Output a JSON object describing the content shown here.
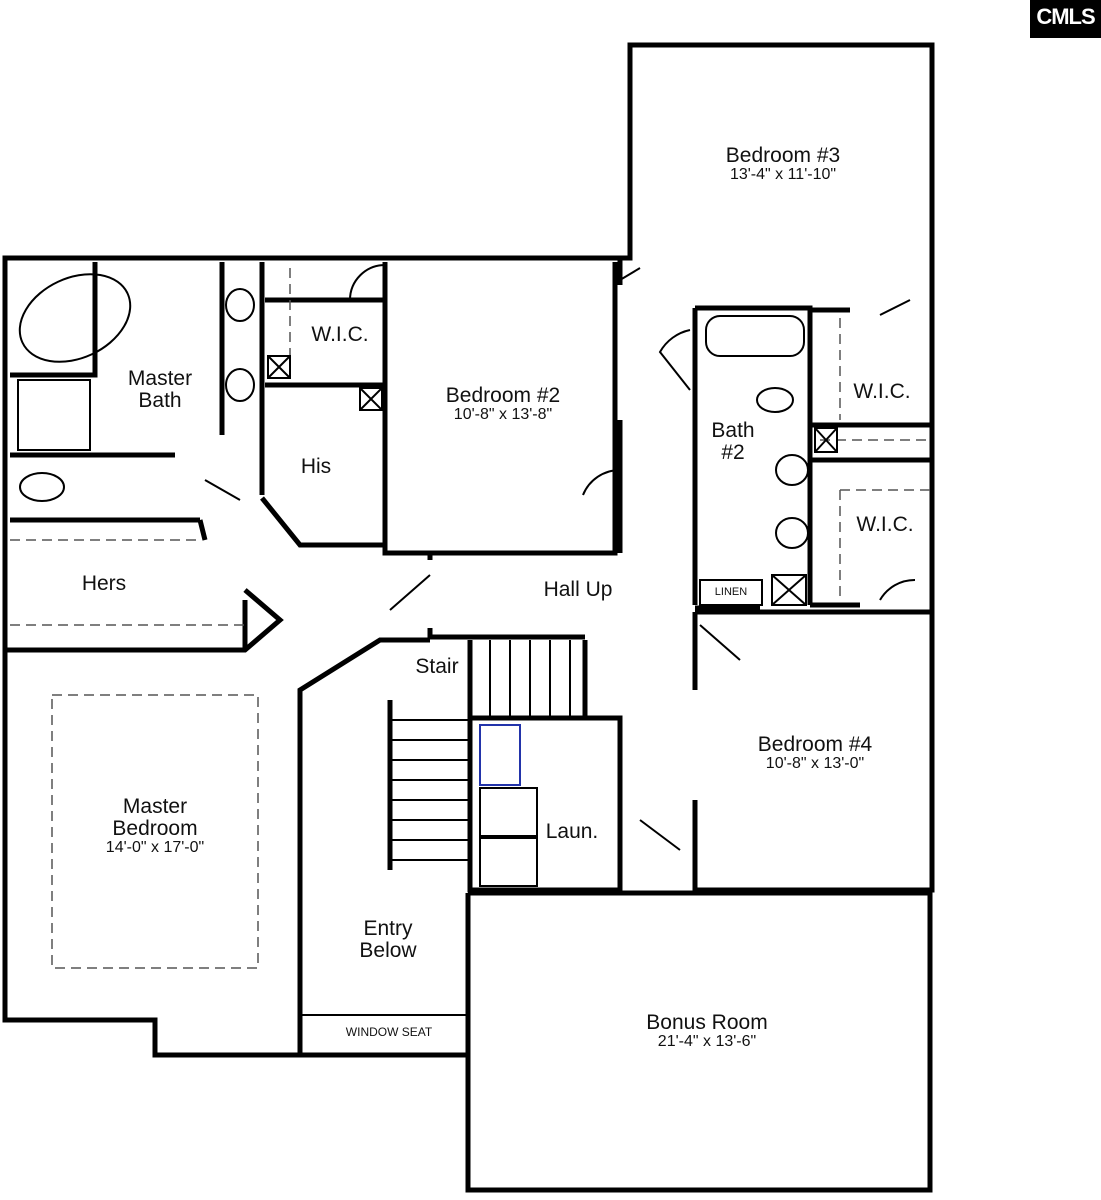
{
  "logo": {
    "text": "CMLS"
  },
  "rooms": {
    "bedroom3": {
      "name": "Bedroom #3",
      "dims": "13'-4\" x 11'-10\""
    },
    "bedroom2": {
      "name": "Bedroom #2",
      "dims": "10'-8\" x 13'-8\""
    },
    "bedroom4": {
      "name": "Bedroom #4",
      "dims": "10'-8\" x 13'-0\""
    },
    "master_bedroom": {
      "name": "Master Bedroom",
      "line1": "Master",
      "line2": "Bedroom",
      "dims": "14'-0\" x 17'-0\""
    },
    "bonus_room": {
      "name": "Bonus Room",
      "dims": "21'-4\" x 13'-6\""
    },
    "master_bath": {
      "line1": "Master",
      "line2": "Bath"
    },
    "bath2": {
      "line1": "Bath",
      "line2": "#2"
    },
    "wic_master": "W.I.C.",
    "wic_bath2_upper": "W.I.C.",
    "wic_bath2_lower": "W.I.C.",
    "his": "His",
    "hers": "Hers",
    "hall": "Hall Up",
    "stair": "Stair",
    "laundry": "Laun.",
    "entry": {
      "line1": "Entry",
      "line2": "Below"
    },
    "window_seat": "WINDOW SEAT",
    "linen": "LINEN"
  }
}
